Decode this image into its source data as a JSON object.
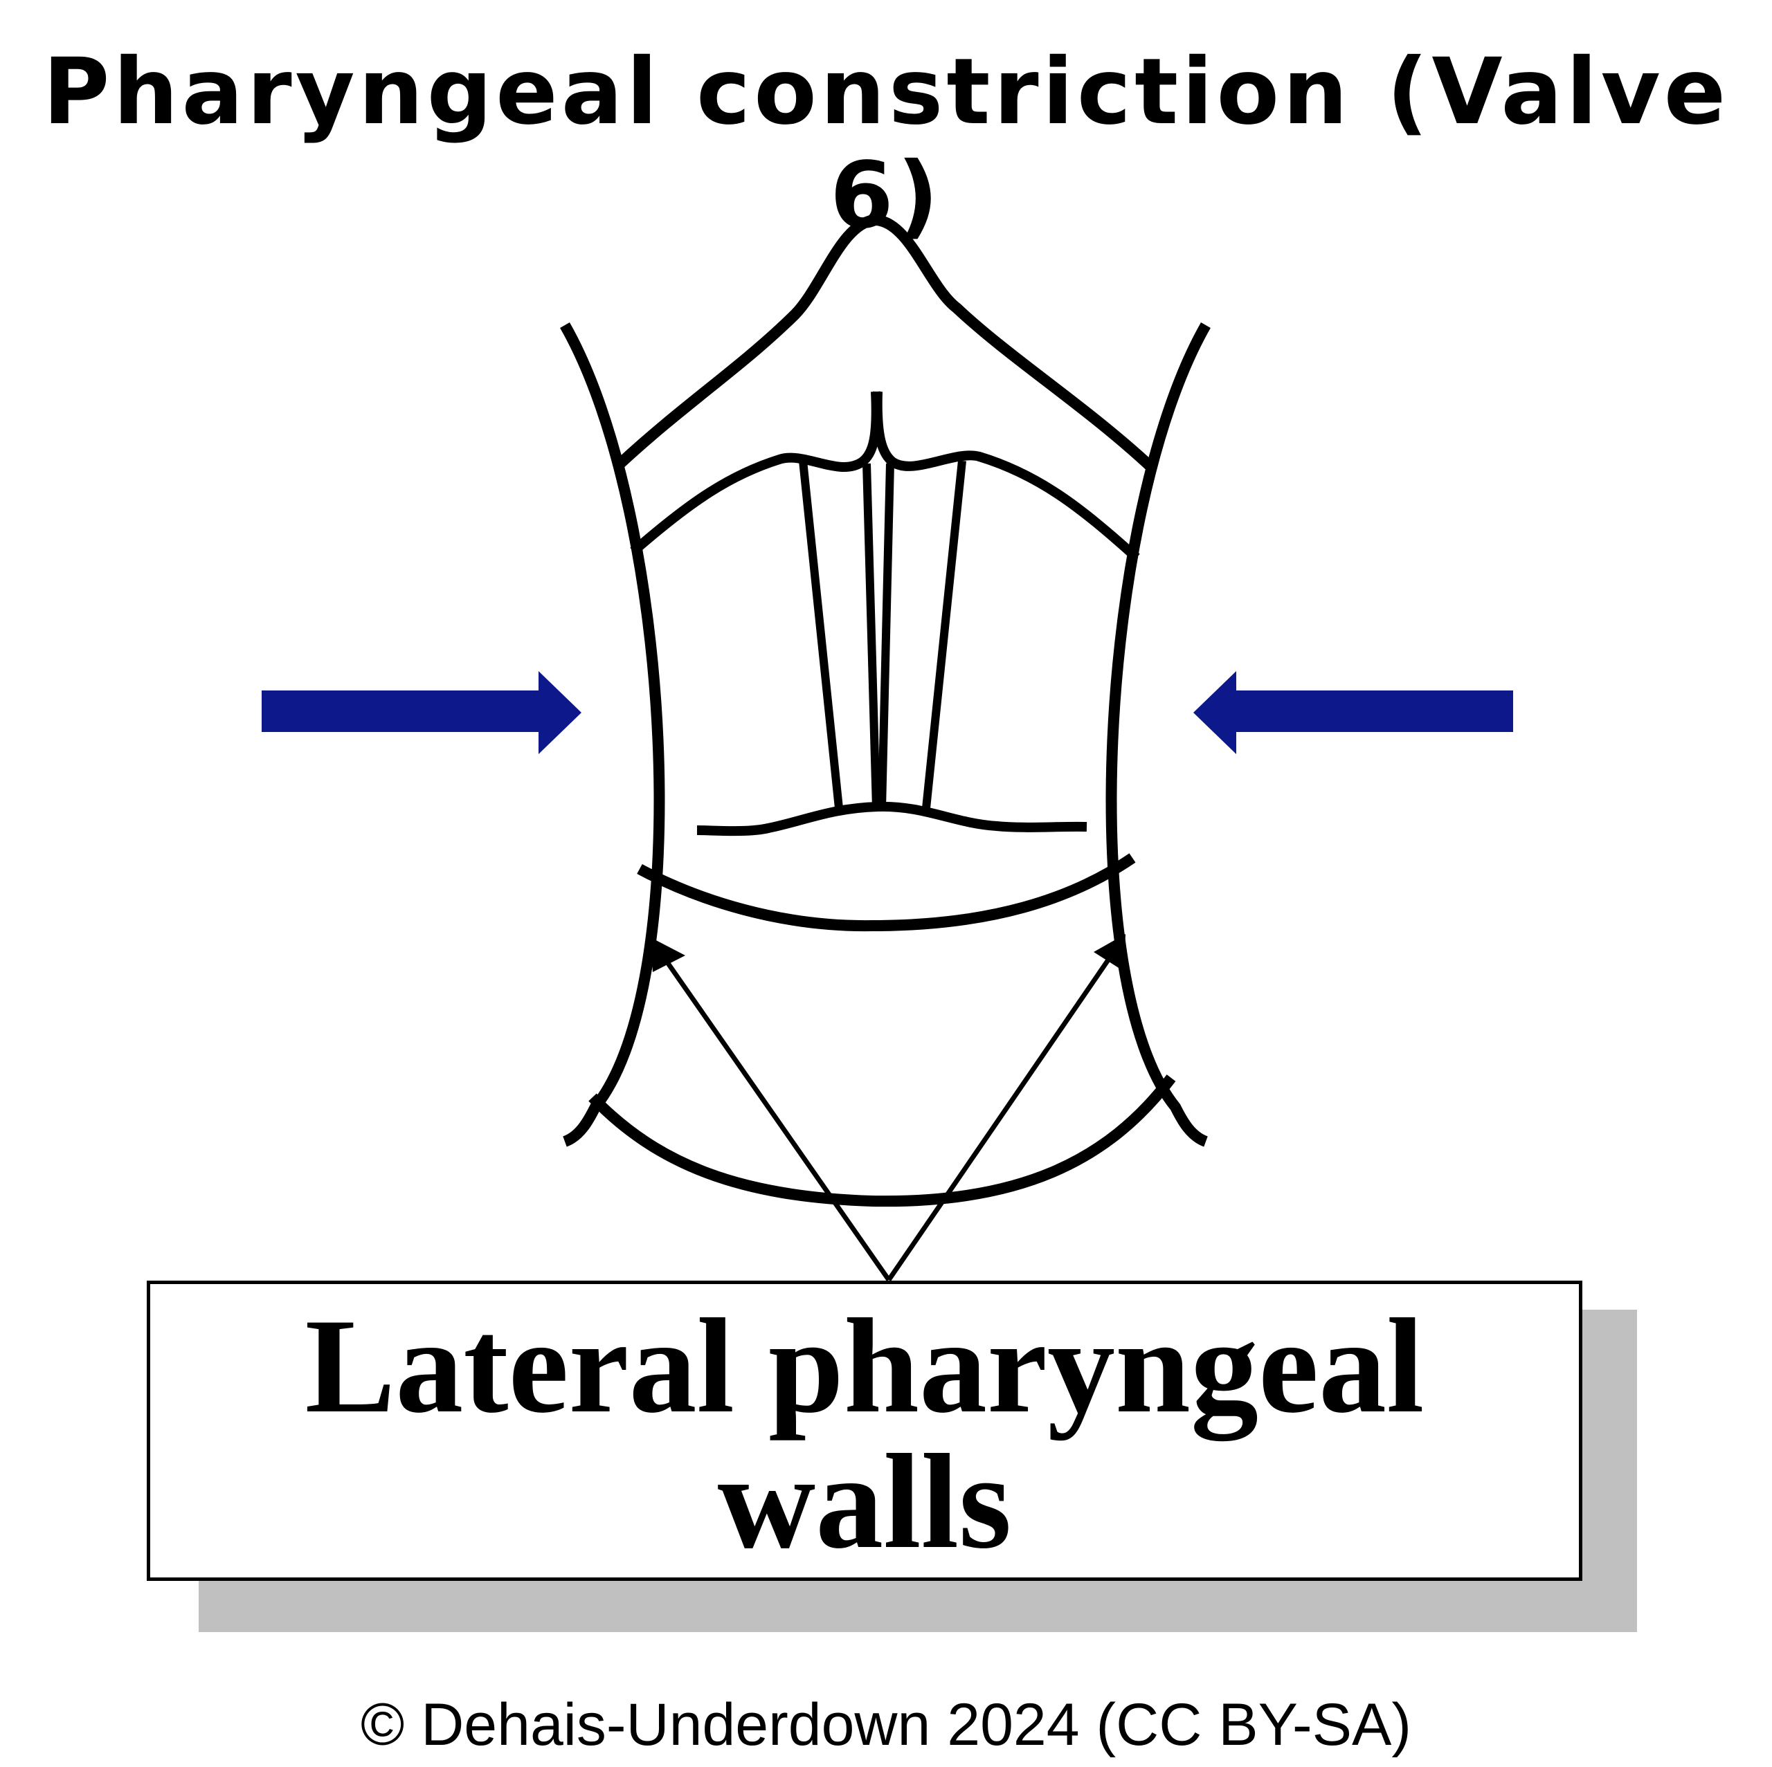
{
  "title": "Pharyngeal constriction (Valve 6)",
  "label": "Lateral pharyngeal walls",
  "credit": "© Dehais-Underdown 2024 (CC BY-SA)",
  "colors": {
    "force_arrow": "#0d198a",
    "outline": "#000000",
    "label_shadow": "#c0c0c0"
  }
}
